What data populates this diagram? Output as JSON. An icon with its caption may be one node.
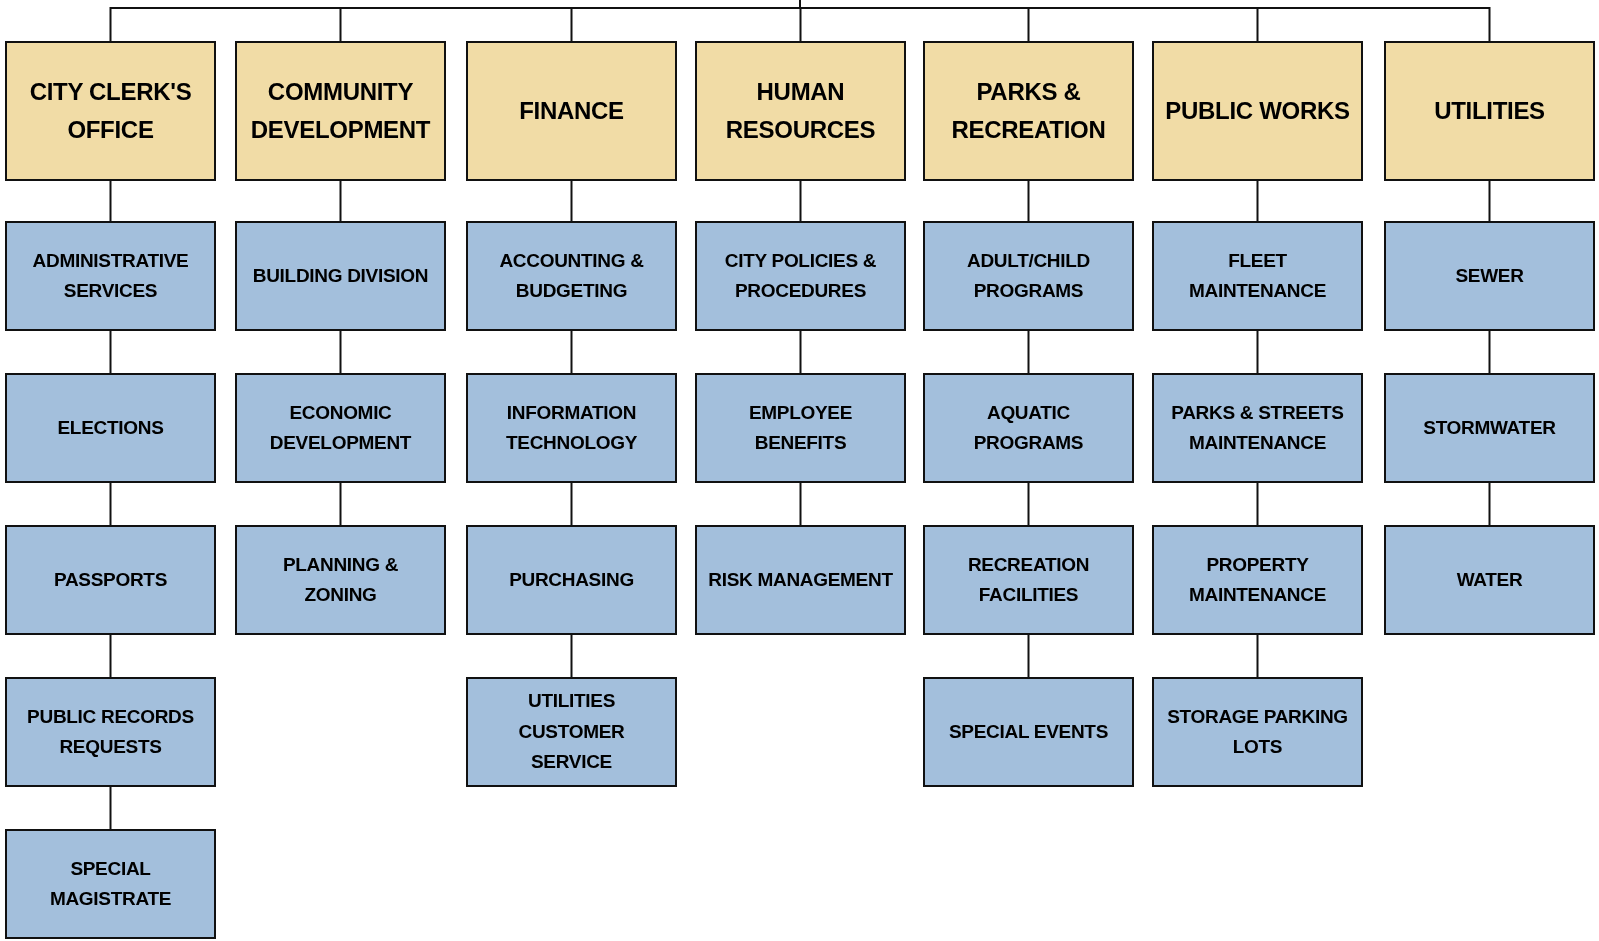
{
  "diagram": {
    "nodes": [
      {
        "text": [
          "CITY CLERK'S OFFICE"
        ]
      },
      {
        "text": [
          "COMMUNITY DEVELOPMENT"
        ]
      },
      {
        "text": [
          "FINANCE"
        ]
      },
      {
        "text": [
          "HUMAN RESOURCES"
        ]
      },
      {
        "text": [
          "PARKS & RECREATION"
        ]
      },
      {
        "text": [
          "PUBLIC WORKS"
        ]
      },
      {
        "text": [
          "UTILITIES"
        ]
      },
      {
        "text": [
          "ADMINISTRATIVE SERVICES"
        ]
      },
      {
        "text": [
          "ELECTIONS"
        ]
      },
      {
        "text": [
          "PASSPORTS"
        ]
      },
      {
        "text": [
          "PUBLIC RECORDS REQUESTS"
        ]
      },
      {
        "text": [
          "SPECIAL MAGISTRATE"
        ]
      },
      {
        "text": [
          "BUILDING DIVISION"
        ]
      },
      {
        "text": [
          "ECONOMIC DEVELOPMENT"
        ]
      },
      {
        "text": [
          "PLANNING & ZONING"
        ]
      },
      {
        "text": [
          "ACCOUNTING & BUDGETING"
        ]
      },
      {
        "text": [
          "INFORMATION TECHNOLOGY"
        ]
      },
      {
        "text": [
          "PURCHASING"
        ]
      },
      {
        "text": [
          "UTILITIES CUSTOMER SERVICE"
        ]
      },
      {
        "text": [
          "CITY POLICIES & PROCEDURES"
        ]
      },
      {
        "text": [
          "EMPLOYEE BENEFITS"
        ]
      },
      {
        "text": [
          "RISK MANAGEMENT"
        ]
      },
      {
        "text": [
          "ADULT/CHILD PROGRAMS"
        ]
      },
      {
        "text": [
          "AQUATIC PROGRAMS"
        ]
      },
      {
        "text": [
          "RECREATION FACILITIES"
        ]
      },
      {
        "text": [
          "SPECIAL EVENTS"
        ]
      },
      {
        "text": [
          "FLEET MAINTENANCE"
        ]
      },
      {
        "text": [
          "PARKS & STREETS MAINTENANCE"
        ]
      },
      {
        "text": [
          "PROPERTY MAINTENANCE"
        ]
      },
      {
        "text": [
          "STORAGE PARKING LOTS"
        ]
      },
      {
        "text": [
          "SEWER"
        ]
      },
      {
        "text": [
          "STORMWATER"
        ]
      },
      {
        "text": [
          "WATER"
        ]
      }
    ],
    "edges": [
      {
        "from": null,
        "to": 0,
        "arrow": "none"
      },
      {
        "from": null,
        "to": 1,
        "arrow": "none"
      },
      {
        "from": null,
        "to": 2,
        "arrow": "none"
      },
      {
        "from": null,
        "to": 3,
        "arrow": "none"
      },
      {
        "from": null,
        "to": 4,
        "arrow": "none"
      },
      {
        "from": null,
        "to": 5,
        "arrow": "none"
      },
      {
        "from": null,
        "to": 6,
        "arrow": "none"
      },
      {
        "from": 0,
        "to": 7,
        "arrow": "none"
      },
      {
        "from": 7,
        "to": 8,
        "arrow": "none"
      },
      {
        "from": 8,
        "to": 9,
        "arrow": "none"
      },
      {
        "from": 9,
        "to": 10,
        "arrow": "none"
      },
      {
        "from": 10,
        "to": 11,
        "arrow": "none"
      },
      {
        "from": 1,
        "to": 12,
        "arrow": "none"
      },
      {
        "from": 12,
        "to": 13,
        "arrow": "none"
      },
      {
        "from": 13,
        "to": 14,
        "arrow": "none"
      },
      {
        "from": 2,
        "to": 15,
        "arrow": "none"
      },
      {
        "from": 15,
        "to": 16,
        "arrow": "none"
      },
      {
        "from": 16,
        "to": 17,
        "arrow": "none"
      },
      {
        "from": 17,
        "to": 18,
        "arrow": "none"
      },
      {
        "from": 3,
        "to": 19,
        "arrow": "none"
      },
      {
        "from": 19,
        "to": 20,
        "arrow": "none"
      },
      {
        "from": 20,
        "to": 21,
        "arrow": "none"
      },
      {
        "from": 4,
        "to": 22,
        "arrow": "none"
      },
      {
        "from": 22,
        "to": 23,
        "arrow": "none"
      },
      {
        "from": 23,
        "to": 24,
        "arrow": "none"
      },
      {
        "from": 24,
        "to": 25,
        "arrow": "none"
      },
      {
        "from": 5,
        "to": 26,
        "arrow": "none"
      },
      {
        "from": 26,
        "to": 27,
        "arrow": "none"
      },
      {
        "from": 27,
        "to": 28,
        "arrow": "none"
      },
      {
        "from": 28,
        "to": 29,
        "arrow": "none"
      },
      {
        "from": 6,
        "to": 30,
        "arrow": "none"
      },
      {
        "from": 30,
        "to": 31,
        "arrow": "none"
      },
      {
        "from": 31,
        "to": 32,
        "arrow": "none"
      }
    ]
  }
}
